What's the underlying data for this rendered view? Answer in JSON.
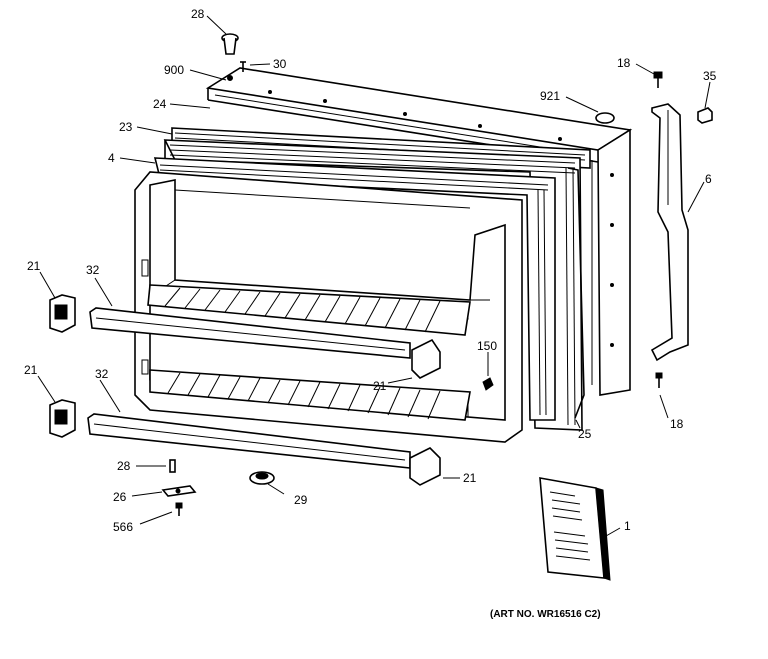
{
  "diagram": {
    "labels": {
      "l28a": "28",
      "l30": "30",
      "l900": "900",
      "l24": "24",
      "l23": "23",
      "l4": "4",
      "l921": "921",
      "l18a": "18",
      "l35": "35",
      "l6": "6",
      "l21a": "21",
      "l32a": "32",
      "l21b": "21",
      "l32b": "32",
      "l150": "150",
      "l21c": "21",
      "l18b": "18",
      "l25": "25",
      "l28b": "28",
      "l21d": "21",
      "l26": "26",
      "l29": "29",
      "l566": "566",
      "l1": "1"
    },
    "art_number": "(ART NO. WR16516 C2)"
  }
}
